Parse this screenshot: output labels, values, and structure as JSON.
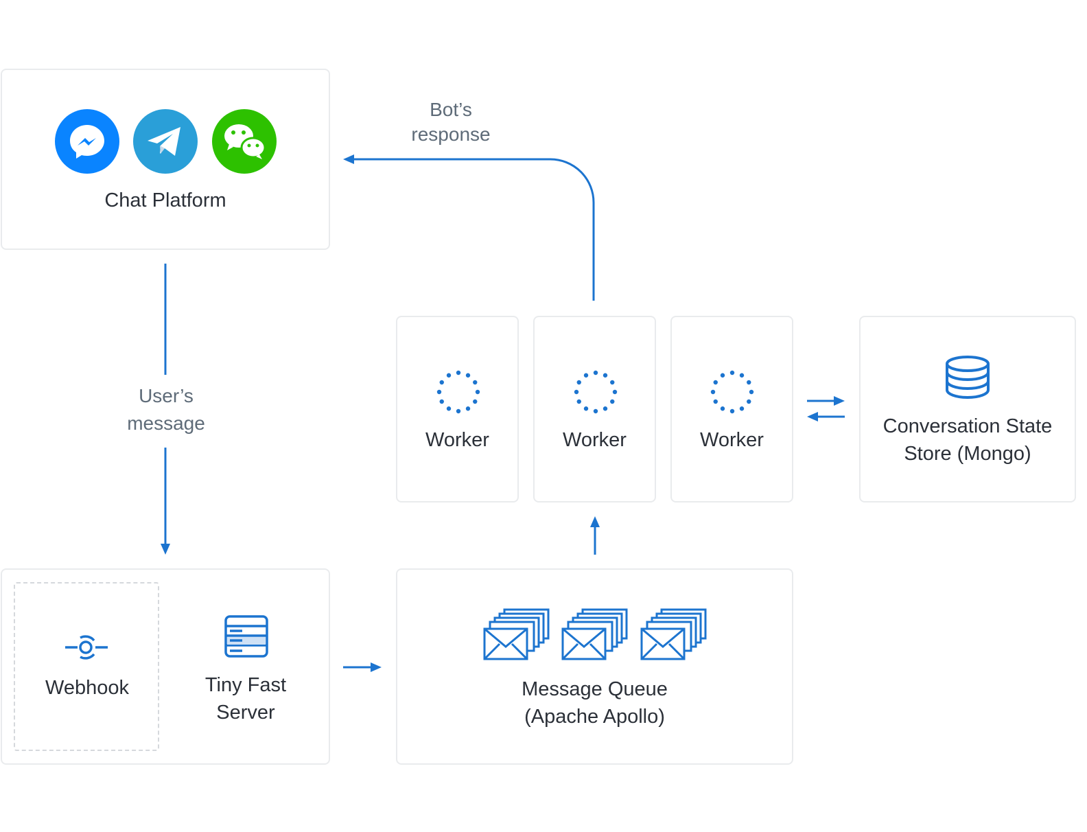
{
  "chat_platform": {
    "label": "Chat Platform"
  },
  "bot_response": {
    "line1": "Bot’s",
    "line2": "response"
  },
  "user_message": {
    "line1": "User’s",
    "line2": "message"
  },
  "workers": [
    {
      "label": "Worker"
    },
    {
      "label": "Worker"
    },
    {
      "label": "Worker"
    }
  ],
  "state_store": {
    "line1": "Conversation State",
    "line2": "Store (Mongo)"
  },
  "webhook": {
    "label": "Webhook"
  },
  "server": {
    "line1": "Tiny Fast",
    "line2": "Server"
  },
  "queue": {
    "line1": "Message Queue",
    "line2": "(Apache Apollo)"
  },
  "colors": {
    "accent": "#1c74cf",
    "messenger": "#0a84ff",
    "telegram": "#2a9fd8",
    "wechat": "#2dc100",
    "border": "#e9ebed"
  }
}
